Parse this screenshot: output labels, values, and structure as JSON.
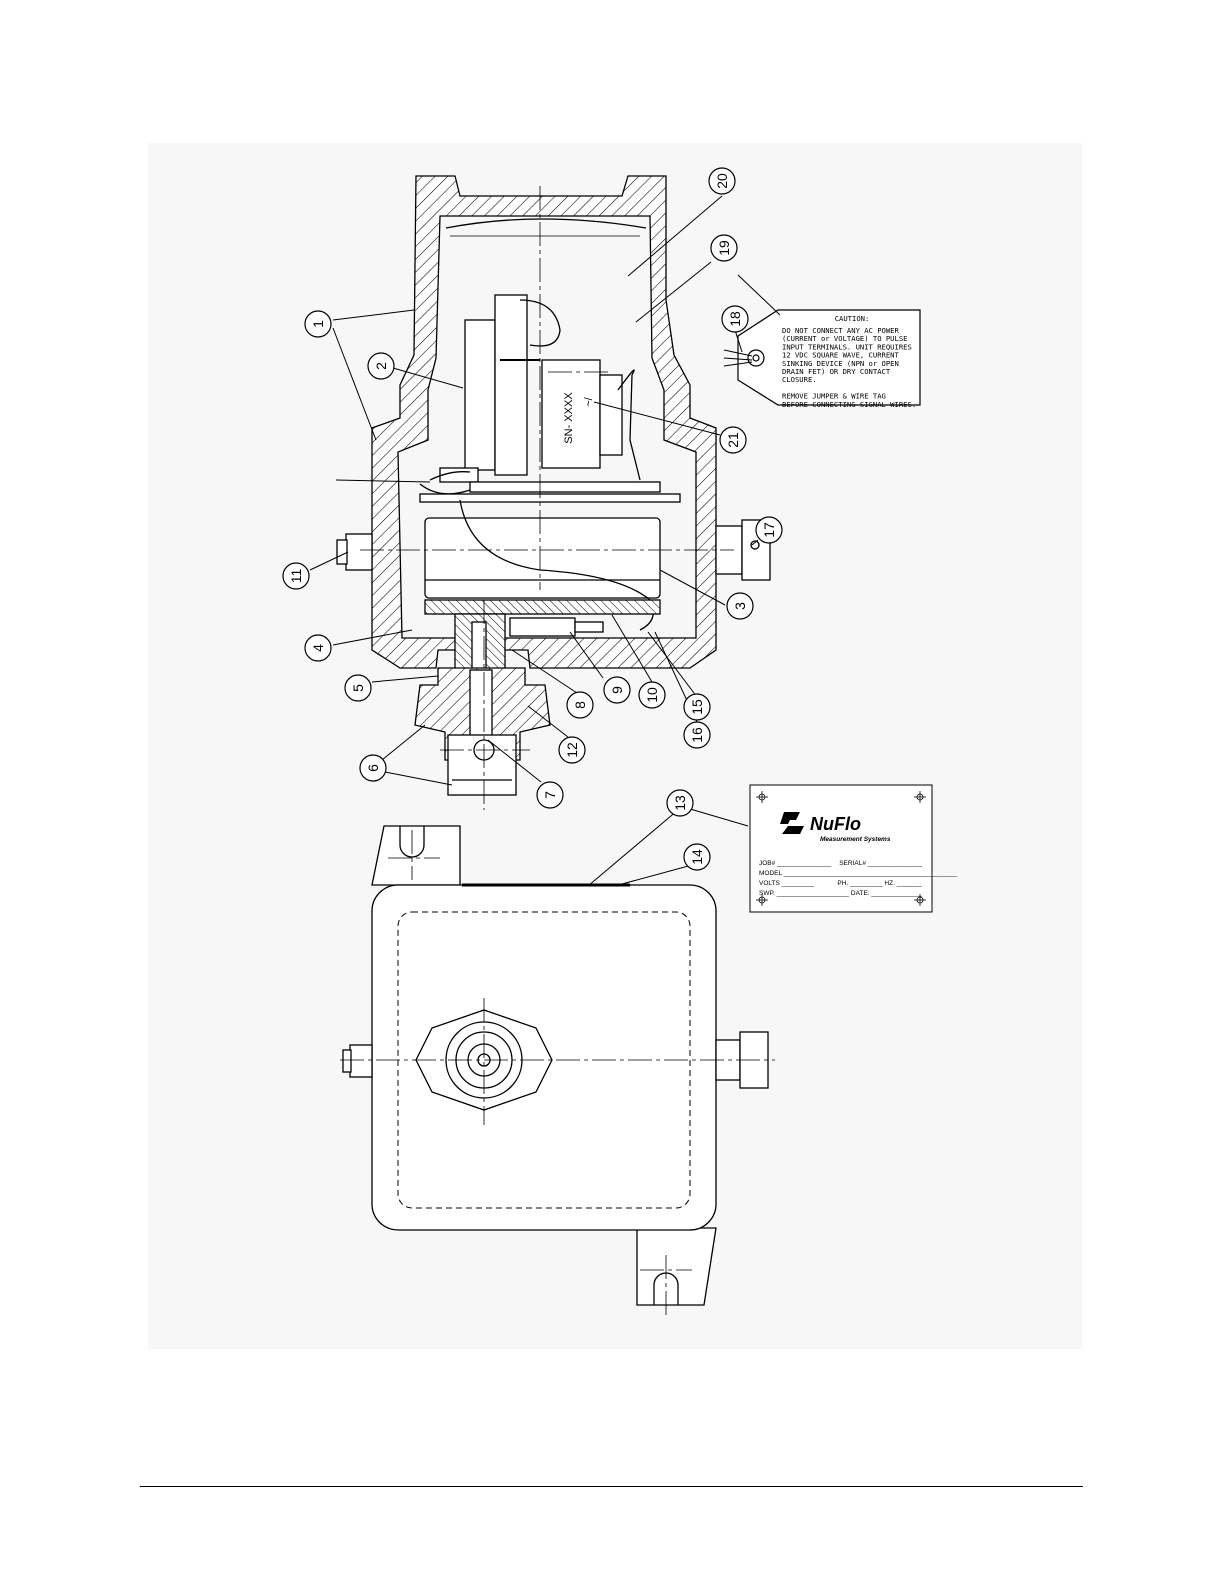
{
  "balloons": [
    {
      "id": "1"
    },
    {
      "id": "2"
    },
    {
      "id": "3"
    },
    {
      "id": "4"
    },
    {
      "id": "5"
    },
    {
      "id": "6"
    },
    {
      "id": "7"
    },
    {
      "id": "8"
    },
    {
      "id": "9"
    },
    {
      "id": "10"
    },
    {
      "id": "11"
    },
    {
      "id": "12"
    },
    {
      "id": "13"
    },
    {
      "id": "14"
    },
    {
      "id": "15"
    },
    {
      "id": "16"
    },
    {
      "id": "17"
    },
    {
      "id": "18"
    },
    {
      "id": "19"
    },
    {
      "id": "20"
    },
    {
      "id": "21"
    }
  ],
  "caution_tag": {
    "heading": "CAUTION:",
    "lines": [
      "DO NOT CONNECT ANY AC POWER",
      "(CURRENT or VOLTAGE) TO PULSE",
      "INPUT TERMINALS.  UNIT REQUIRES",
      "12 VDC SQUARE WAVE, CURRENT",
      "SINKING DEVICE (NPN or OPEN",
      "DRAIN FET) OR DRY CONTACT",
      "CLOSURE.",
      "",
      "REMOVE JUMPER & WIRE TAG",
      "BEFORE CONNECTING SIGNAL WIRES."
    ]
  },
  "module_label": {
    "serial": "SN- XXXX",
    "symbol": "~/"
  },
  "nameplate": {
    "brand": "NuFlo",
    "subtitle": "Measurement Systems",
    "fields": [
      {
        "left": "JOB# _______________",
        "right": "SERIAL# _______________"
      },
      {
        "left": "MODEL ________________________________________________",
        "right": ""
      },
      {
        "left": "VOLTS _________",
        "right": "PH. _________   HZ. _______"
      },
      {
        "left": "SWP. ____________________",
        "right": "DATE: ______________"
      }
    ]
  },
  "colors": {
    "line": "#000000",
    "paper": "#ffffff",
    "frame": "#f7f7f7"
  }
}
